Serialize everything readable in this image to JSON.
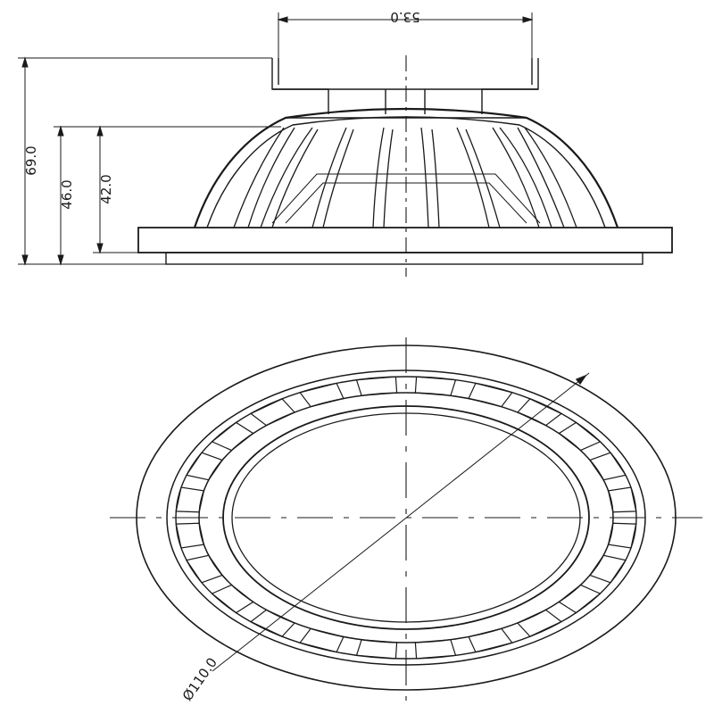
{
  "dimensions": {
    "width": "53.0",
    "total_height": "69.0",
    "body_height": "46.0",
    "fin_height": "42.0",
    "diameter": "Ø110.0"
  },
  "colors": {
    "line": "#1a1a1a",
    "background": "#ffffff"
  }
}
